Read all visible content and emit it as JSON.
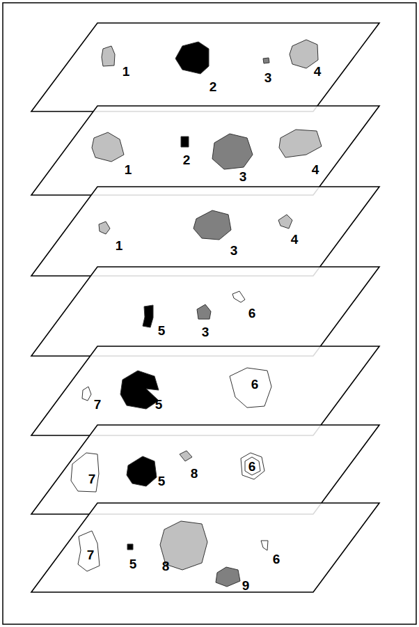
{
  "diagram": {
    "labels": [
      "1",
      "2",
      "3",
      "4",
      "1",
      "2",
      "3",
      "4",
      "1",
      "3",
      "4",
      "5",
      "3",
      "6",
      "7",
      "5",
      "6",
      "7",
      "5",
      "8",
      "6",
      "7",
      "5",
      "8",
      "6",
      "9"
    ]
  }
}
